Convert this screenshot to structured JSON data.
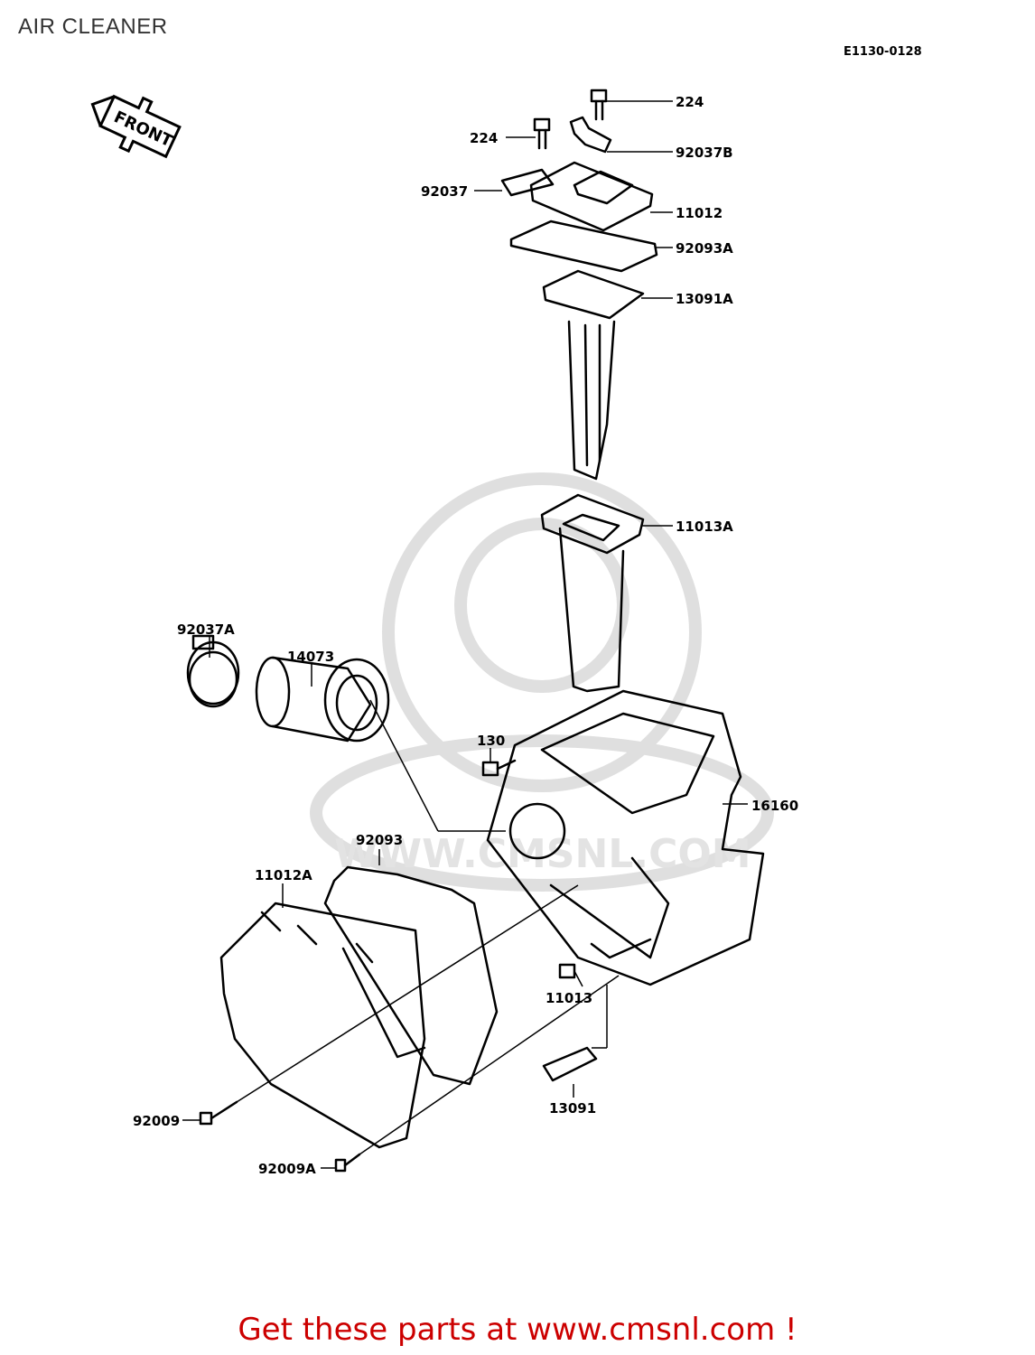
{
  "page_title": "AIR CLEANER",
  "diagram_code": "E1130-0128",
  "front_label": "FRONT",
  "watermark_text": "WWW.CMSNL.COM",
  "footer_text": "Get these parts at www.cmsnl.com !",
  "colors": {
    "footer": "#cc0000",
    "lines": "#000000",
    "watermark": "#d9d9d9"
  },
  "parts": [
    {
      "id": "p224a",
      "label": "224"
    },
    {
      "id": "p224b",
      "label": "224"
    },
    {
      "id": "p92037B",
      "label": "92037B"
    },
    {
      "id": "p92037",
      "label": "92037"
    },
    {
      "id": "p11012",
      "label": "11012"
    },
    {
      "id": "p92093A",
      "label": "92093A"
    },
    {
      "id": "p13091A",
      "label": "13091A"
    },
    {
      "id": "p11013A",
      "label": "11013A"
    },
    {
      "id": "p92037A",
      "label": "92037A"
    },
    {
      "id": "p14073",
      "label": "14073"
    },
    {
      "id": "p130",
      "label": "130"
    },
    {
      "id": "p16160",
      "label": "16160"
    },
    {
      "id": "p92093",
      "label": "92093"
    },
    {
      "id": "p11012A",
      "label": "11012A"
    },
    {
      "id": "p11013",
      "label": "11013"
    },
    {
      "id": "p13091",
      "label": "13091"
    },
    {
      "id": "p92009",
      "label": "92009"
    },
    {
      "id": "p92009A",
      "label": "92009A"
    }
  ]
}
